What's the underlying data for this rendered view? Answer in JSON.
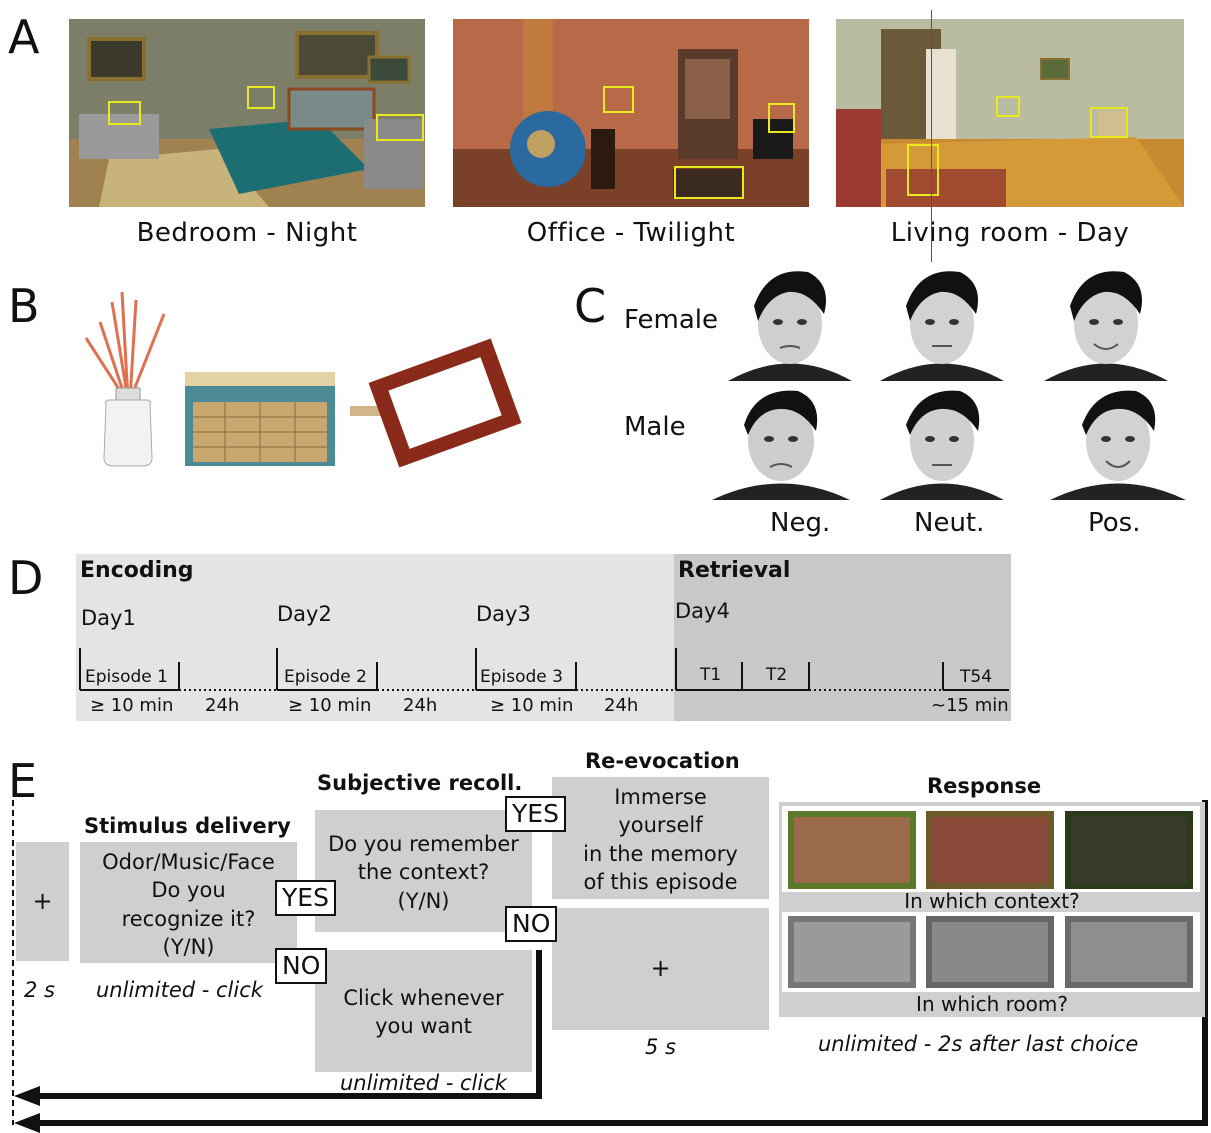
{
  "panel_letters": {
    "a": "A",
    "b": "B",
    "c": "C",
    "d": "D",
    "e": "E"
  },
  "panel_a": {
    "scenes": [
      {
        "caption": "Bedroom - Night"
      },
      {
        "caption": "Office - Twilight"
      },
      {
        "caption": "Living room - Day"
      }
    ]
  },
  "panel_b": {
    "objects": [
      "odor diffuser",
      "radio",
      "picture frame"
    ]
  },
  "panel_c": {
    "row_labels": {
      "female": "Female",
      "male": "Male"
    },
    "column_labels": {
      "neg": "Neg.",
      "neut": "Neut.",
      "pos": "Pos."
    }
  },
  "panel_d": {
    "encoding_label": "Encoding",
    "retrieval_label": "Retrieval",
    "days": [
      "Day1",
      "Day2",
      "Day3",
      "Day4"
    ],
    "episodes": [
      "Episode 1",
      "Episode 2",
      "Episode 3"
    ],
    "durations": [
      "≥ 10 min",
      "≥ 10 min",
      "≥ 10 min"
    ],
    "intervals": [
      "24h",
      "24h",
      "24h"
    ],
    "trials": [
      "T1",
      "T2",
      "T54"
    ],
    "retrieval_duration": "~15 min"
  },
  "panel_e": {
    "fixation": {
      "symbol": "+",
      "timing": "2 s"
    },
    "stimulus": {
      "title": "Stimulus delivery",
      "line1": "Odor/Music/Face",
      "line2": "Do you",
      "line3": "recognize it?",
      "line4": "(Y/N)",
      "timing": "unlimited - click"
    },
    "recollection": {
      "title": "Subjective recoll.",
      "line1": "Do you remember",
      "line2": "the context?",
      "line3": "(Y/N)",
      "alt_line1": "Click whenever",
      "alt_line2": "you want",
      "timing": "unlimited - click"
    },
    "reevocation": {
      "title": "Re-evocation",
      "line1": "Immerse",
      "line2": "yourself",
      "line3": "in the memory",
      "line4": "of this episode",
      "fixation": "+",
      "timing": "5 s"
    },
    "response": {
      "title": "Response",
      "question1": "In which context?",
      "question2": "In which room?",
      "timing": "unlimited - 2s after last choice"
    },
    "yes": "YES",
    "no": "NO"
  },
  "colors": {
    "highlight": "#e8e820",
    "encoding_bg": "#e4e4e4",
    "retrieval_bg": "#c8c8c8",
    "box_gray": "#cfcfcf"
  }
}
